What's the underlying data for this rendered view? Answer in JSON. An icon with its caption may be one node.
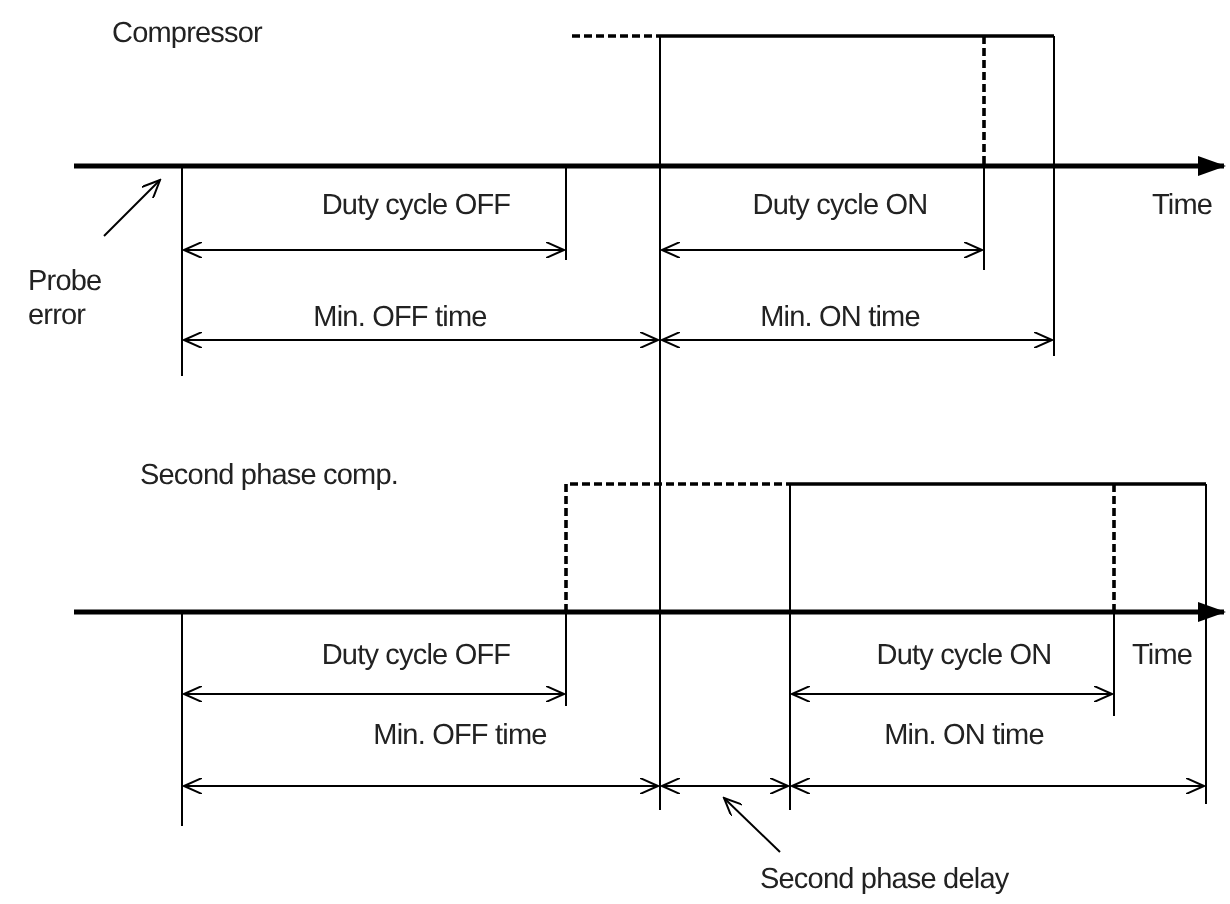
{
  "diagram": {
    "nodes": [
      {
        "text": [
          "Probe error"
        ]
      },
      {
        "text": [
          "Second phase delay"
        ]
      }
    ],
    "edges": [
      {
        "from": 0,
        "to": null,
        "arrow": "to"
      },
      {
        "from": 1,
        "to": null,
        "arrow": "to"
      }
    ],
    "labels": [
      "Compressor",
      "Duty cycle OFF",
      "Duty cycle ON",
      "Time",
      "Min. OFF time",
      "Min. ON time",
      "Second phase comp.",
      "Duty cycle OFF",
      "Duty cycle ON",
      "Time",
      "Min. OFF time",
      "Min. ON time"
    ]
  }
}
